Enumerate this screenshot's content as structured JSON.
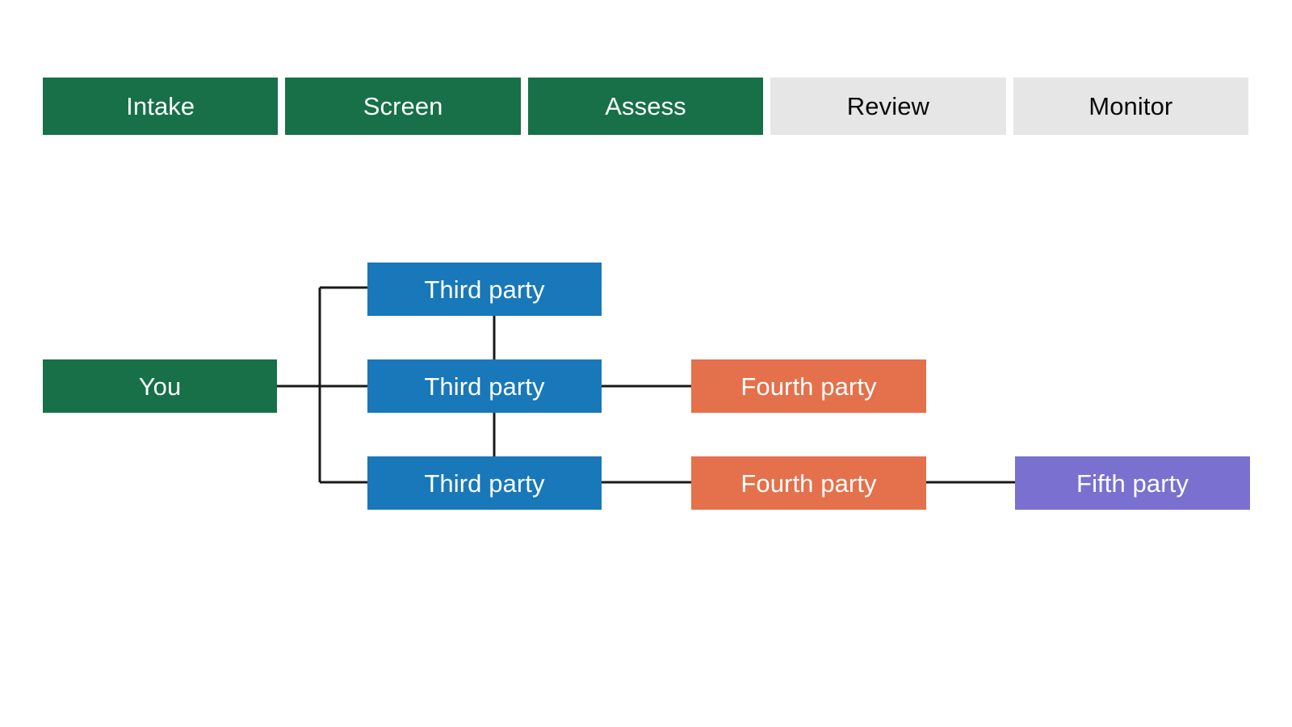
{
  "lifecycle": {
    "stages": [
      {
        "label": "Intake",
        "state": "done"
      },
      {
        "label": "Screen",
        "state": "done"
      },
      {
        "label": "Assess",
        "state": "done"
      },
      {
        "label": "Review",
        "state": "todo"
      },
      {
        "label": "Monitor",
        "state": "todo"
      }
    ]
  },
  "graph": {
    "nodes": {
      "you": {
        "label": "You"
      },
      "tp1": {
        "label": "Third party"
      },
      "tp2": {
        "label": "Third party"
      },
      "tp3": {
        "label": "Third party"
      },
      "fp1": {
        "label": "Fourth party"
      },
      "fp2": {
        "label": "Fourth party"
      },
      "fifth": {
        "label": "Fifth party"
      }
    }
  },
  "colors": {
    "green": "#177047",
    "blue": "#1878b9",
    "orange": "#e4714b",
    "purple": "#7a70cf",
    "gray": "#e6e6e6",
    "edge": "#1a1a1a",
    "text_light": "#ffffff",
    "text_dark": "#0a0a0a",
    "background": "#ffffff"
  }
}
